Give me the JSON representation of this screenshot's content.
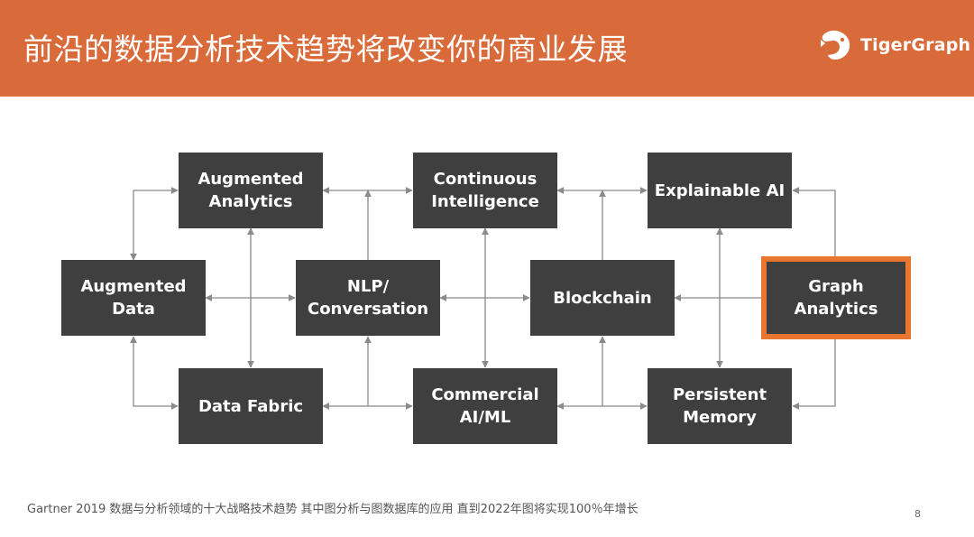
{
  "header": {
    "title": "前沿的数据分析技术趋势将改变你的商业发展",
    "logo_text": "TigerGraph",
    "logo_icon": "tiger-head-icon",
    "color": "#d96b3b"
  },
  "diagram": {
    "nodes": [
      {
        "id": "augmented-analytics",
        "label": "Augmented\nAnalytics"
      },
      {
        "id": "continuous-intelligence",
        "label": "Continuous\nIntelligence"
      },
      {
        "id": "explainable-ai",
        "label": "Explainable AI"
      },
      {
        "id": "augmented-data",
        "label": "Augmented\nData"
      },
      {
        "id": "nlp-conversation",
        "label": "NLP/\nConversation"
      },
      {
        "id": "blockchain",
        "label": "Blockchain"
      },
      {
        "id": "graph-analytics",
        "label": "Graph\nAnalytics",
        "highlighted": true
      },
      {
        "id": "data-fabric",
        "label": "Data Fabric"
      },
      {
        "id": "commercial-ai-ml",
        "label": "Commercial\nAI/ML"
      },
      {
        "id": "persistent-memory",
        "label": "Persistent\nMemory"
      }
    ],
    "node_color": "#3f3f3f",
    "highlight_color": "#e87530",
    "connector_color": "#8a8a8a"
  },
  "footer": {
    "note": "Gartner 2019 数据与分析领域的十大战略技术趋势  其中图分析与图数据库的应用 直到2022年图将实现100％年增长",
    "page_number": "8"
  }
}
